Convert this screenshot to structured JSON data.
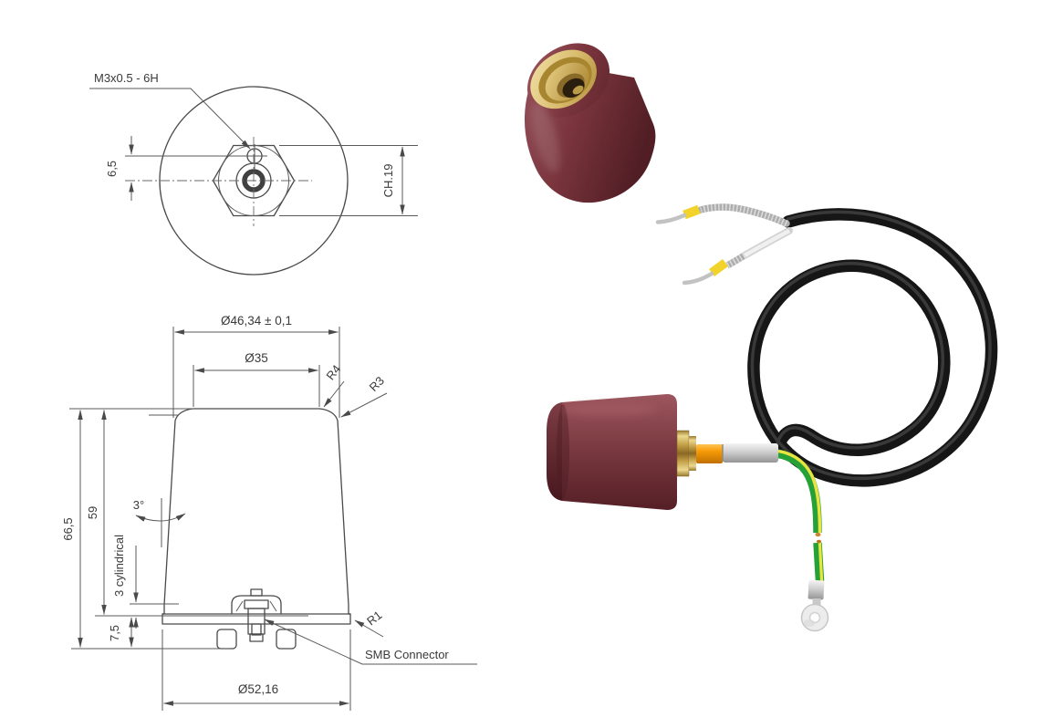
{
  "colors": {
    "background": "#ffffff",
    "drawing_line": "#4a4a4a",
    "drawing_text": "#3a3a3a",
    "housing_maroon": "#7b3a41",
    "housing_maroon_dark": "#551f26",
    "housing_maroon_light": "#9d565e",
    "brass": "#c6a44c",
    "brass_light": "#eedc9e",
    "brass_dark": "#8a6a28",
    "cable_black": "#161616",
    "earth_green": "#25a138",
    "earth_yellow": "#e9e43e",
    "ferrule_yellow": "#f1d32b",
    "fitting_orange": "#f79c08",
    "metal_silver": "#cfcfcf"
  },
  "drawing": {
    "top_view": {
      "thread_label": "M3x0.5 - 6H",
      "hole_offset_dim": "6,5",
      "hex_size_dim": "CH.19"
    },
    "side_view": {
      "outer_diameter_dim": "Ø46,34 ± 0,1",
      "top_diameter_dim": "Ø35",
      "top_radius_label": "R4",
      "shoulder_radius_label": "R3",
      "total_height_dim": "66,5",
      "cone_height_dim": "59",
      "taper_angle_dim": "3°",
      "cylindrical_section_dim": "3 cylindrical",
      "base_height_dim": "7,5",
      "base_radius_label": "R1",
      "connector_callout": "SMB Connector",
      "base_diameter_dim": "Ø52,16"
    }
  }
}
